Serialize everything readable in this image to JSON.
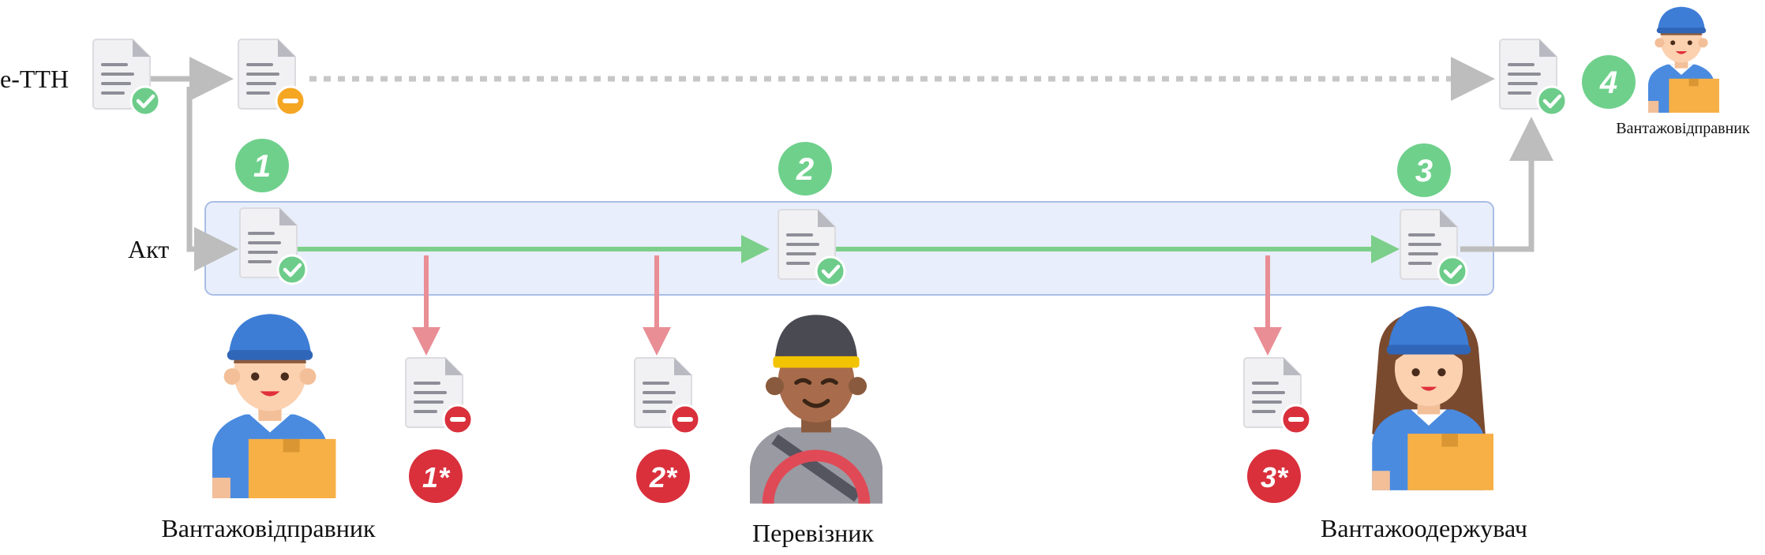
{
  "rows": {
    "ettn_label": "e-TTH",
    "act_label": "Акт"
  },
  "people": {
    "shipper": "Вантажовідправник",
    "carrier": "Перевізник",
    "consignee": "Вантажоодержувач",
    "shipper_small": "Вантажовідправник"
  },
  "steps": {
    "s1": "1",
    "s2": "2",
    "s3": "3",
    "s4": "4",
    "r1": "1*",
    "r2": "2*",
    "r3": "3*"
  },
  "colors": {
    "ok_green": "#6dcc8a",
    "step_green": "#6fd08c",
    "reject_red": "#d9303c",
    "pending_orange": "#f5a623",
    "flow_green": "#7ccf8a",
    "gray_arrow": "#bdbdbd",
    "reject_arrow": "#e98e95",
    "band_fill": "#e8eefb",
    "band_stroke": "#a9bde6",
    "cap_blue": "#3d7dd6",
    "shirt_blue": "#4a8be0",
    "box_orange": "#f7b046",
    "skin": "#fbd1b0"
  }
}
